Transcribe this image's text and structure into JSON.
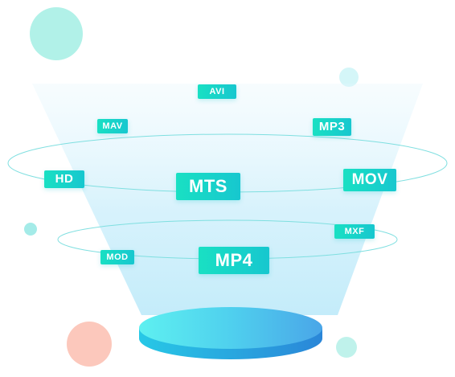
{
  "formats": {
    "avi": "AVI",
    "mav": "MAV",
    "mp3": "MP3",
    "hd": "HD",
    "mts": "MTS",
    "mov": "MOV",
    "mxf": "MXF",
    "mod": "MOD",
    "mp4": "MP4"
  },
  "colors": {
    "tag_start": "#19e0c3",
    "tag_end": "#17c7cf",
    "funnel": "#cfeffb",
    "base_left": "#5ee8f0",
    "base_right": "#4aa6e8",
    "ring": "#7fdfe0",
    "bubble_teal": "#a8f0e6",
    "bubble_peach": "#fcc8bc"
  },
  "icons": [
    "teal-bubble",
    "peach-bubble",
    "funnel-cone",
    "funnel-base"
  ]
}
